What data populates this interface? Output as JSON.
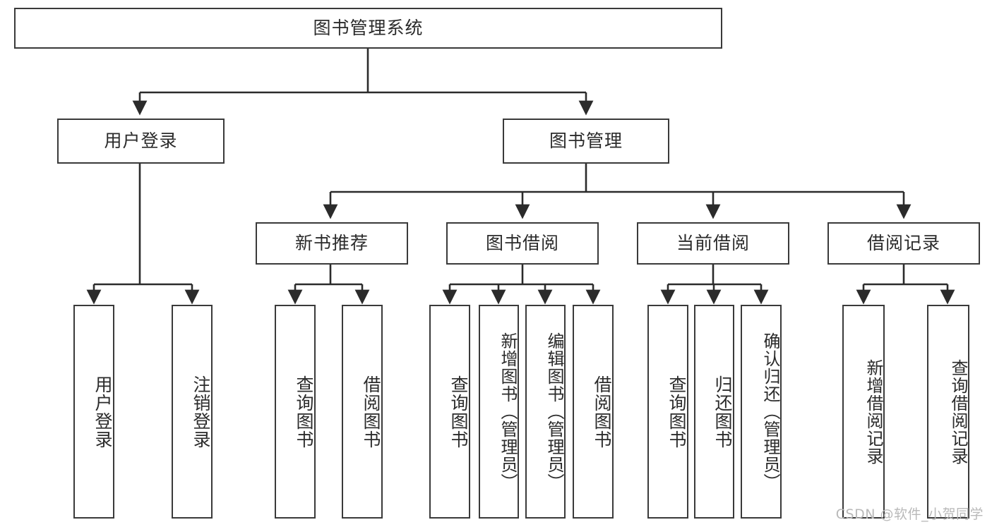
{
  "diagram": {
    "type": "tree-hierarchy",
    "title": "图书管理系统",
    "root": {
      "label": "图书管理系统",
      "orientation": "horizontal"
    },
    "level2": [
      {
        "label": "用户登录",
        "orientation": "horizontal"
      },
      {
        "label": "图书管理",
        "orientation": "horizontal"
      }
    ],
    "level3": [
      {
        "label": "新书推荐",
        "orientation": "horizontal",
        "parent": "图书管理"
      },
      {
        "label": "图书借阅",
        "orientation": "horizontal",
        "parent": "图书管理"
      },
      {
        "label": "当前借阅",
        "orientation": "horizontal",
        "parent": "图书管理"
      },
      {
        "label": "借阅记录",
        "orientation": "horizontal",
        "parent": "图书管理"
      }
    ],
    "leaves": [
      {
        "label": "用户登录",
        "parent": "用户登录",
        "orientation": "vertical"
      },
      {
        "label": "注销登录",
        "parent": "用户登录",
        "orientation": "vertical"
      },
      {
        "label": "查询图书",
        "parent": "新书推荐",
        "orientation": "vertical"
      },
      {
        "label": "借阅图书",
        "parent": "新书推荐",
        "orientation": "vertical"
      },
      {
        "label": "查询图书",
        "parent": "图书借阅",
        "orientation": "vertical"
      },
      {
        "label": "新增图书（管理员）",
        "parent": "图书借阅",
        "orientation": "vertical"
      },
      {
        "label": "编辑图书（管理员）",
        "parent": "图书借阅",
        "orientation": "vertical"
      },
      {
        "label": "借阅图书",
        "parent": "图书借阅",
        "orientation": "vertical"
      },
      {
        "label": "查询图书",
        "parent": "当前借阅",
        "orientation": "vertical"
      },
      {
        "label": "归还图书",
        "parent": "当前借阅",
        "orientation": "vertical"
      },
      {
        "label": "确认归还（管理员）",
        "parent": "当前借阅",
        "orientation": "vertical"
      },
      {
        "label": "新增借阅记录",
        "parent": "借阅记录",
        "orientation": "vertical"
      },
      {
        "label": "查询借阅记录",
        "parent": "借阅记录",
        "orientation": "vertical"
      }
    ],
    "colors": {
      "box_border": "#3a3a3a",
      "box_fill": "#ffffff",
      "connector": "#2b2b2b",
      "text": "#2b2b2b",
      "watermark": "#b9b9b9"
    }
  },
  "watermark": {
    "text": "CSDN @软件_小贺同学"
  }
}
